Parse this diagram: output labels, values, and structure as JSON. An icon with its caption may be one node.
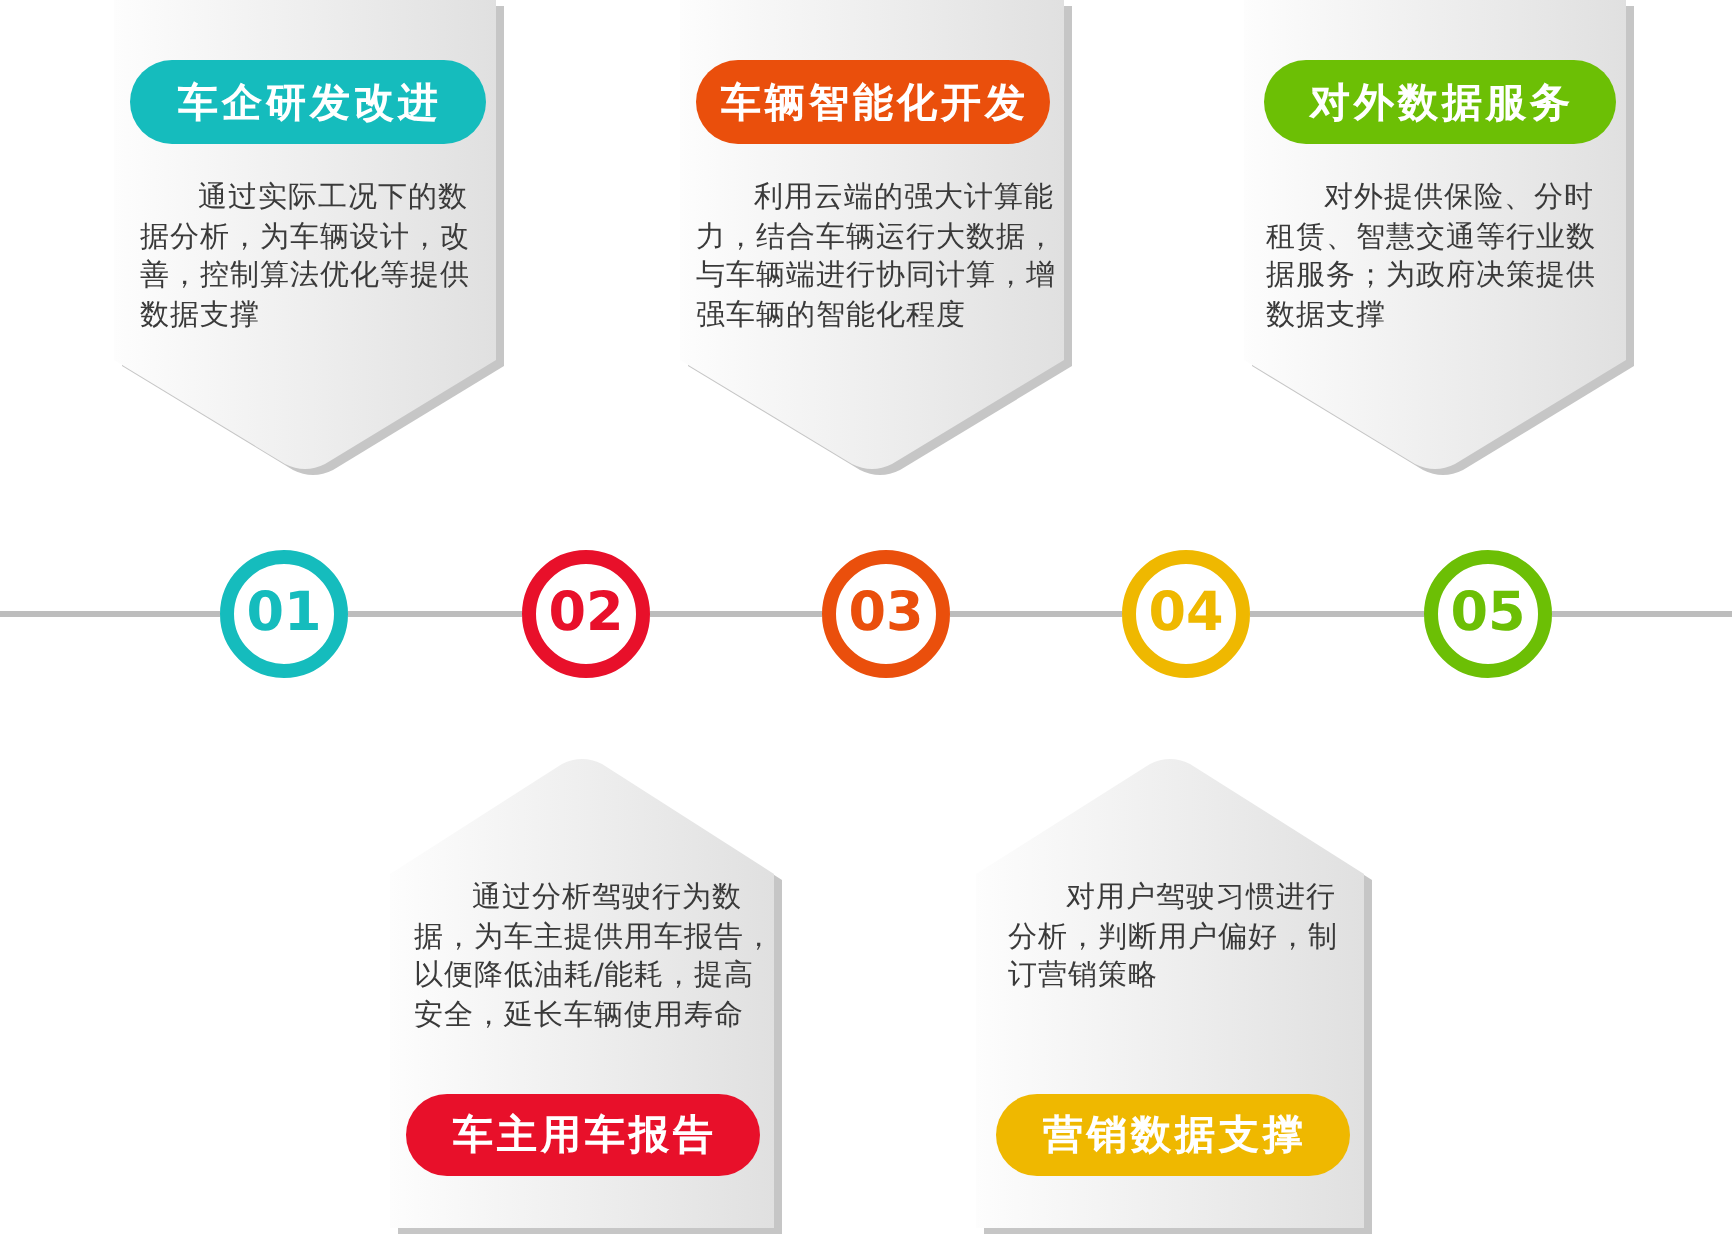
{
  "diagram": {
    "nodes": [
      {
        "text": [
          "通过实际工况下的数据分析，为车辆设计，改善，控制算法优化等提供数据支撑"
        ]
      },
      {
        "text": [
          "车企研发改进"
        ],
        "in": 0
      },
      {
        "text": [
          "利用云端的强大计算能力，结合车辆运行大数据，与车辆端进行协同计算，增强车辆的智能化程度"
        ]
      },
      {
        "text": [
          "车辆智能化开发"
        ],
        "in": 2
      },
      {
        "text": [
          "对外提供保险、分时租赁、智慧交通等行业数据服务；为政府决策提供数据支撑"
        ]
      },
      {
        "text": [
          "对外数据服务"
        ],
        "in": 4
      },
      {
        "text": [
          "01"
        ]
      },
      {
        "text": [
          "02"
        ]
      },
      {
        "text": [
          "03"
        ]
      },
      {
        "text": [
          "04"
        ]
      },
      {
        "text": [
          "05"
        ]
      },
      {
        "text": [
          "通过分析驾驶行为数据，为车主提供用车报告，以便降低油耗/能耗，提高安全，延长车辆使用寿命"
        ]
      },
      {
        "text": [
          "车主用车报告"
        ],
        "in": 11
      },
      {
        "text": [
          "对用户驾驶习惯进行分析，判断用户偏好，制订营销策略"
        ]
      },
      {
        "text": [
          "营销数据支撑"
        ],
        "in": 13
      }
    ],
    "edges": [
      {
        "from": null,
        "to": 6,
        "arrow": "none"
      },
      {
        "from": 6,
        "to": 7,
        "arrow": "none"
      },
      {
        "from": 7,
        "to": 8,
        "arrow": "none"
      },
      {
        "from": 8,
        "to": 9,
        "arrow": "none"
      },
      {
        "from": 9,
        "to": 10,
        "arrow": "none"
      },
      {
        "from": 10,
        "to": null,
        "arrow": "none"
      }
    ]
  }
}
